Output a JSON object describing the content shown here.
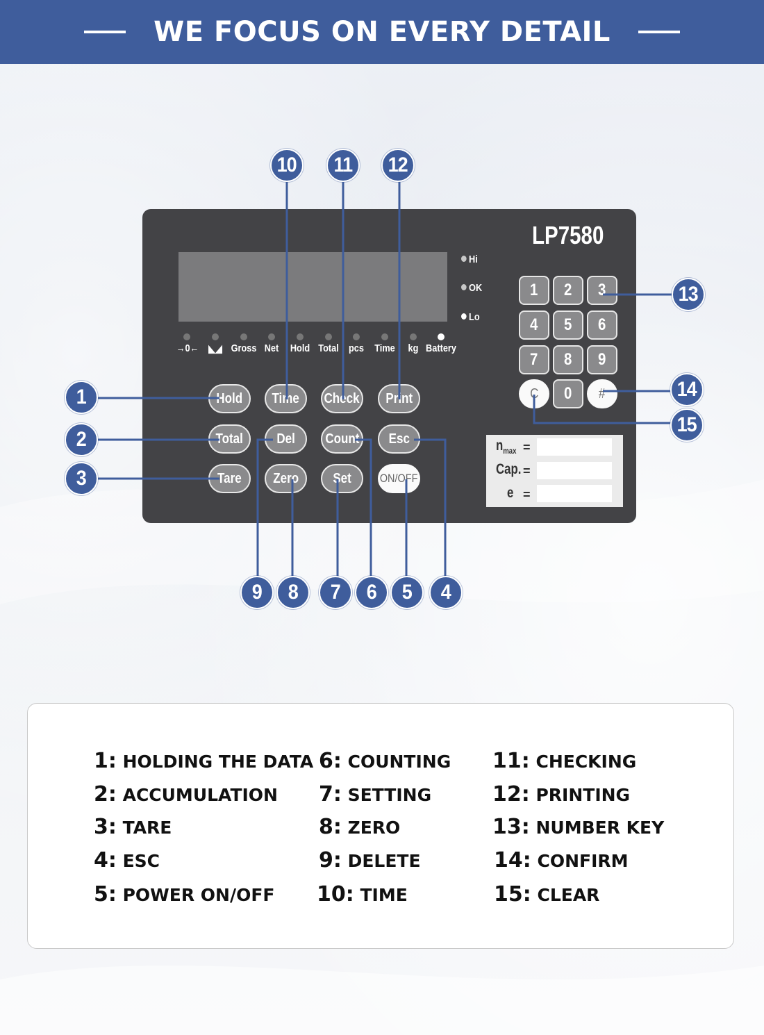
{
  "banner": {
    "title": "WE FOCUS ON EVERY DETAIL"
  },
  "device": {
    "model": "LP7580",
    "indicators": {
      "hi": "Hi",
      "ok": "OK",
      "lo": "Lo"
    },
    "status_labels": [
      "→0←",
      "◣◢",
      "Gross",
      "Net",
      "Hold",
      "Total",
      "pcs",
      "Time",
      "kg",
      "Battery"
    ],
    "keys": {
      "hold": "Hold",
      "time": "Time",
      "check": "Check",
      "print": "Print",
      "total": "Total",
      "del": "Del",
      "count": "Count",
      "esc": "Esc",
      "tare": "Tare",
      "zero": "Zero",
      "set": "Set",
      "onoff": "ON/OFF"
    },
    "numpad": [
      "1",
      "2",
      "3",
      "4",
      "5",
      "6",
      "7",
      "8",
      "9",
      "C",
      "0",
      "#"
    ],
    "plate": {
      "nmax": "n",
      "nmax_sub": "max",
      "cap": "Cap.",
      "e": "e",
      "eq": "="
    }
  },
  "callouts": [
    "1",
    "2",
    "3",
    "4",
    "5",
    "6",
    "7",
    "8",
    "9",
    "10",
    "11",
    "12",
    "13",
    "14",
    "15"
  ],
  "legend": [
    {
      "num": "1:",
      "text": "HOLDING THE DATA"
    },
    {
      "num": "2:",
      "text": "ACCUMULATION"
    },
    {
      "num": "3:",
      "text": "TARE"
    },
    {
      "num": "4:",
      "text": "ESC"
    },
    {
      "num": "5:",
      "text": "POWER ON/OFF"
    },
    {
      "num": "6:",
      "text": "COUNTING"
    },
    {
      "num": "7:",
      "text": "SETTING"
    },
    {
      "num": "8:",
      "text": "ZERO"
    },
    {
      "num": "9:",
      "text": "DELETE"
    },
    {
      "num": "10:",
      "text": "TIME"
    },
    {
      "num": "11:",
      "text": "CHECKING"
    },
    {
      "num": "12:",
      "text": "PRINTING"
    },
    {
      "num": "13:",
      "text": "NUMBER KEY"
    },
    {
      "num": "14:",
      "text": "CONFIRM"
    },
    {
      "num": "15:",
      "text": "CLEAR"
    }
  ],
  "colors": {
    "banner": "#3f5d9c",
    "device": "#434346",
    "callout": "#3f5d9c"
  }
}
